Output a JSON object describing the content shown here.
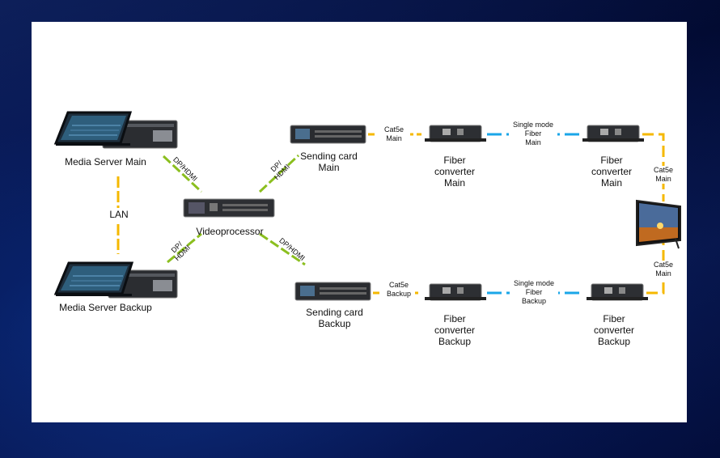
{
  "labels": {
    "media_main": "Media Server Main",
    "media_backup": "Media Server Backup",
    "lan": "LAN",
    "videoprocessor": "Videoprocessor",
    "dp_hdmi_1": "DP/HDMI",
    "dp_hdmi_2_a": "DP/",
    "dp_hdmi_2_b": "HDMI",
    "dp_hdmi_3_a": "DP/",
    "dp_hdmi_3_b": "HDMI",
    "dp_hdmi_4": "DP/HDMI",
    "sending_main": [
      "Sending card",
      "Main"
    ],
    "sending_backup": [
      "Sending card",
      "Backup"
    ],
    "cat5e_main_1": [
      "Cat5e",
      "Main"
    ],
    "cat5e_backup_1": [
      "Cat5e",
      "Backup"
    ],
    "fiber_conv_main_1": [
      "Fiber",
      "converter",
      "Main"
    ],
    "fiber_conv_main_2": [
      "Fiber",
      "converter",
      "Main"
    ],
    "fiber_conv_backup_1": [
      "Fiber",
      "converter",
      "Backup"
    ],
    "fiber_conv_backup_2": [
      "Fiber",
      "converter",
      "Backup"
    ],
    "sm_fiber_main": [
      "Single mode",
      "Fiber",
      "Main"
    ],
    "sm_fiber_backup": [
      "Single mode",
      "Fiber",
      "Backup"
    ],
    "cat5e_main_2": [
      "Cat5e",
      "Main"
    ],
    "cat5e_main_3": [
      "Cat5e",
      "Main"
    ]
  },
  "colors": {
    "copper": "#f5b800",
    "fiber": "#1aa6e8",
    "hdmi": "#8bbf1f"
  }
}
